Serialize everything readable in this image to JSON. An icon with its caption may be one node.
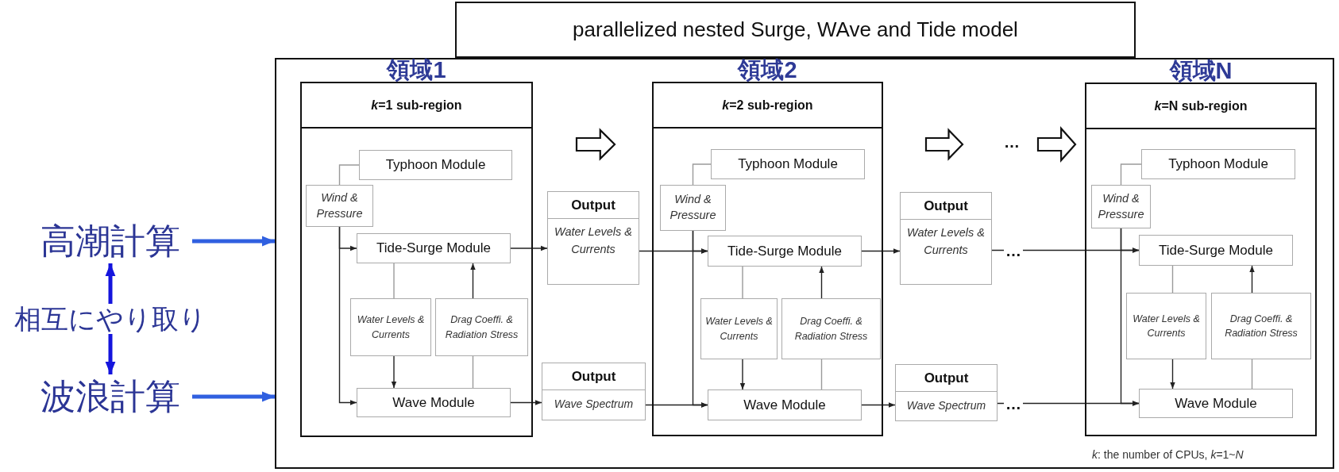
{
  "diagram": {
    "nodes": [
      {
        "text": [
          "parallelized nested Surge, WAve and Tide model"
        ]
      },
      {
        "text": [],
        "shape": "box"
      },
      {
        "text": [
          "高潮計算"
        ]
      },
      {
        "text": [
          "波浪計算"
        ]
      },
      {
        "text": [
          "*k*=1 sub-region"
        ],
        "beside": [
          "領域1"
        ],
        "in": 1
      },
      {
        "text": [
          "Typhoon Module"
        ],
        "in": 4
      },
      {
        "text": [
          "Wind & Pressure"
        ],
        "in": 4
      },
      {
        "text": [
          "Tide-Surge Module"
        ],
        "in": 4
      },
      {
        "text": [
          "Water Levels & Currents"
        ],
        "in": 4
      },
      {
        "text": [
          "Drag Coeffi. & Radiation Stress"
        ],
        "in": 4
      },
      {
        "text": [
          "Wave Module"
        ],
        "in": 4
      },
      {
        "text": [
          "Output",
          "Water Levels & Currents"
        ],
        "in": 1
      },
      {
        "text": [
          "Output",
          "Wave Spectrum"
        ],
        "in": 1
      },
      {
        "text": [
          "*k*=2 sub-region"
        ],
        "beside": [
          "領域2"
        ],
        "in": 1
      },
      {
        "text": [
          "Typhoon Module"
        ],
        "in": 13
      },
      {
        "text": [
          "Wind & Pressure"
        ],
        "in": 13
      },
      {
        "text": [
          "Tide-Surge Module"
        ],
        "in": 13
      },
      {
        "text": [
          "Water Levels & Currents"
        ],
        "in": 13
      },
      {
        "text": [
          "Drag Coeffi. & Radiation Stress"
        ],
        "in": 13
      },
      {
        "text": [
          "Wave Module"
        ],
        "in": 13
      },
      {
        "text": [
          "Output",
          "Water Levels & Currents"
        ],
        "in": 1
      },
      {
        "text": [
          "Output",
          "Wave Spectrum"
        ],
        "in": 1
      },
      {
        "text": [
          "*k*=N sub-region"
        ],
        "beside": [
          "領域N"
        ],
        "in": 1
      },
      {
        "text": [
          "Typhoon Module"
        ],
        "in": 22
      },
      {
        "text": [
          "Wind & Pressure"
        ],
        "in": 22
      },
      {
        "text": [
          "Tide-Surge Module"
        ],
        "in": 22
      },
      {
        "text": [
          "Water Levels & Currents"
        ],
        "in": 22
      },
      {
        "text": [
          "Drag Coeffi. & Radiation Stress"
        ],
        "in": 22
      },
      {
        "text": [
          "Wave Module"
        ],
        "in": 22
      }
    ],
    "edges": [
      {
        "from": 2,
        "to": 1,
        "arrow": "to",
        "style": "thick",
        "color": "#3060e0"
      },
      {
        "from": 3,
        "to": 1,
        "arrow": "to",
        "style": "thick",
        "color": "#3060e0"
      },
      {
        "from": 2,
        "to": 3,
        "arrow": "both",
        "style": "thick",
        "color": "#1515dd",
        "label": "相互にやり取り"
      },
      {
        "from": 5,
        "to": 6,
        "arrow": "none",
        "color": "#9a9a9a"
      },
      {
        "from": 6,
        "to": 7,
        "arrow": "to"
      },
      {
        "from": 6,
        "to": 10,
        "arrow": "to"
      },
      {
        "from": 7,
        "to": 8,
        "arrow": "none",
        "color": "#9a9a9a"
      },
      {
        "from": 8,
        "to": 10,
        "arrow": "to"
      },
      {
        "from": 10,
        "to": 9,
        "arrow": "none",
        "color": "#9a9a9a"
      },
      {
        "from": 9,
        "to": 7,
        "arrow": "to"
      },
      {
        "from": 7,
        "to": 11,
        "arrow": "to"
      },
      {
        "from": 10,
        "to": 12,
        "arrow": "to"
      },
      {
        "from": 11,
        "to": 16,
        "arrow": "to"
      },
      {
        "from": 12,
        "to": 19,
        "arrow": "to"
      },
      {
        "from": 14,
        "to": 15,
        "arrow": "none",
        "color": "#9a9a9a"
      },
      {
        "from": 15,
        "to": 16,
        "arrow": "to"
      },
      {
        "from": 15,
        "to": 19,
        "arrow": "to"
      },
      {
        "from": 16,
        "to": 17,
        "arrow": "none",
        "color": "#9a9a9a"
      },
      {
        "from": 17,
        "to": 19,
        "arrow": "to"
      },
      {
        "from": 19,
        "to": 18,
        "arrow": "none",
        "color": "#9a9a9a"
      },
      {
        "from": 18,
        "to": 16,
        "arrow": "to"
      },
      {
        "from": 16,
        "to": 20,
        "arrow": "to"
      },
      {
        "from": 19,
        "to": 21,
        "arrow": "to"
      },
      {
        "from": 20,
        "to": 25,
        "arrow": "to",
        "label": "…"
      },
      {
        "from": 21,
        "to": 28,
        "arrow": "to",
        "label": "…"
      },
      {
        "from": 23,
        "to": 24,
        "arrow": "none",
        "color": "#9a9a9a"
      },
      {
        "from": 24,
        "to": 25,
        "arrow": "to"
      },
      {
        "from": 24,
        "to": 28,
        "arrow": "to"
      },
      {
        "from": 25,
        "to": 26,
        "arrow": "none",
        "color": "#9a9a9a"
      },
      {
        "from": 26,
        "to": 28,
        "arrow": "to"
      },
      {
        "from": 28,
        "to": 27,
        "arrow": "none",
        "color": "#9a9a9a"
      },
      {
        "from": 27,
        "to": 25,
        "arrow": "to"
      }
    ],
    "labels": [
      "…",
      "*k*: the number of CPUs, *k*=1~*N*"
    ]
  }
}
